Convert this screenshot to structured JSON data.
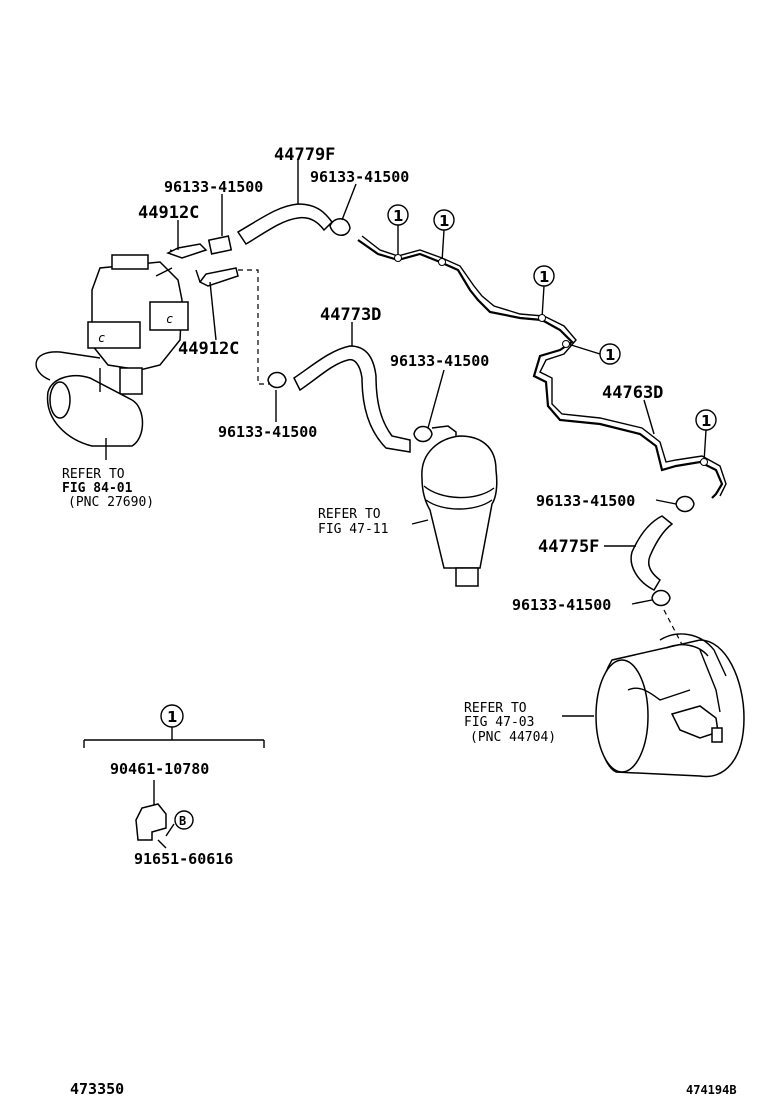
{
  "labels": {
    "hose_44779f": "44779F",
    "clamp_a": "96133-41500",
    "clamp_b": "96133-41500",
    "union_44912c_top": "44912C",
    "union_44912c_bottom": "44912C",
    "hose_44773d": "44773D",
    "clamp_c": "96133-41500",
    "clamp_d": "96133-41500",
    "pipe_44763d": "44763D",
    "clamp_e": "96133-41500",
    "hose_44775f": "44775F",
    "clamp_f": "96133-41500",
    "clamp_part": "90461-10780",
    "bolt_part": "91651-60616",
    "bolt_marker": "B",
    "callout_marker": "1"
  },
  "refs": {
    "left": {
      "line1": "REFER TO",
      "line2": "FIG 84-01",
      "line3": "(PNC 27690)"
    },
    "center": {
      "line1": "REFER TO",
      "line2": "FIG 47-11"
    },
    "right": {
      "line1": "REFER TO",
      "line2": "FIG 47-03",
      "line3": "(PNC 44704)"
    }
  },
  "footer": {
    "left_code": "473350",
    "right_code": "474194B"
  }
}
